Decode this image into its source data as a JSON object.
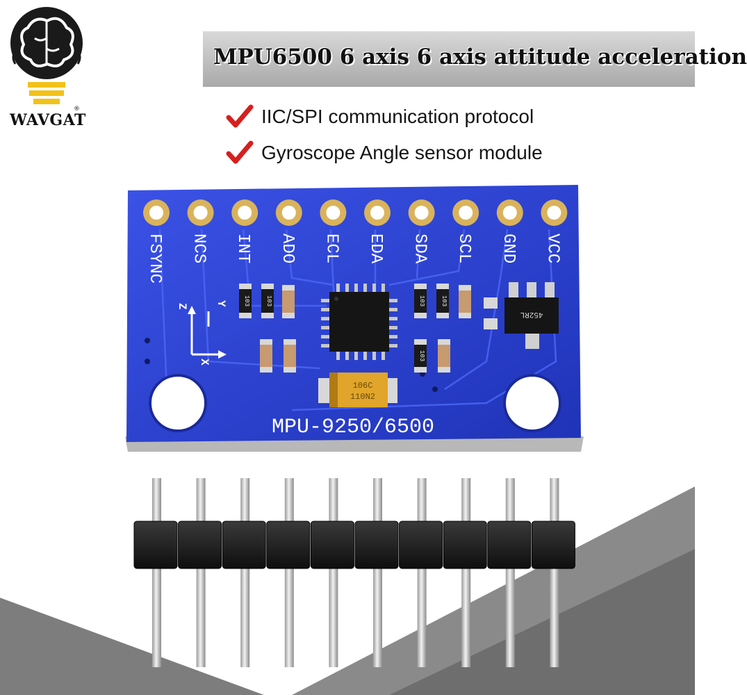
{
  "brand": {
    "name": "WAVGAT",
    "registered": "®"
  },
  "title": "MPU6500 6 axis 6 axis attitude acceleration",
  "features": [
    "IIC/SPI communication protocol",
    "Gyroscope Angle sensor module"
  ],
  "board": {
    "pins": [
      "FSYNC",
      "NCS",
      "INT",
      "ADO",
      "ECL",
      "EDA",
      "SDA",
      "SCL",
      "GND",
      "VCC"
    ],
    "model_label": "MPU-9250/6500",
    "axes": {
      "z": "Z",
      "y": "Y",
      "x": "X"
    },
    "resistor_label": "103",
    "capacitor_label": "106C 110N2",
    "regulator_label": "452RL"
  },
  "colors": {
    "pcb_blue": "#2a3fd0",
    "pad_gold": "#d9b35c",
    "check_red": "#d6201e",
    "bulb_yellow": "#f2c21b",
    "header_black": "#1d1d1d"
  }
}
